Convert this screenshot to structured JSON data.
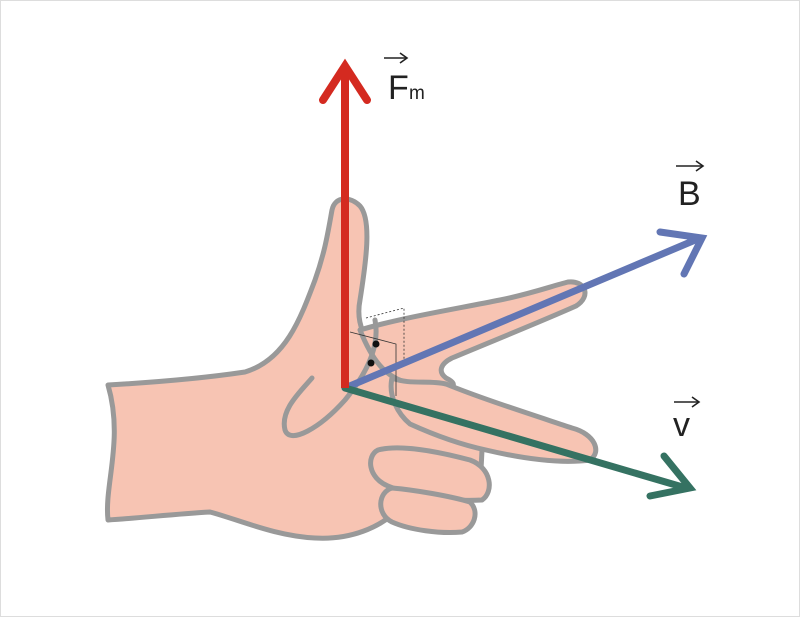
{
  "colors": {
    "background": "#ffffff",
    "frame": "#dddddd",
    "skin": "#f7c4b3",
    "skin_outline": "#999999",
    "force": "#d42a20",
    "field": "#6276b4",
    "velocity": "#357262",
    "label": "#222222"
  },
  "vectors": {
    "force": {
      "letter": "F",
      "subscript": "m",
      "arrow": "→"
    },
    "field": {
      "letter": "B",
      "arrow": "→"
    },
    "velocity": {
      "letter": "v",
      "arrow": "→"
    }
  },
  "illustration": "hand-with-three-perpendicular-vectors"
}
